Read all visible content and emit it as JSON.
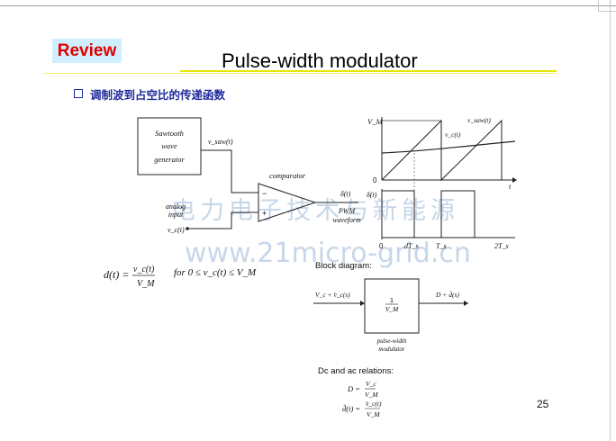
{
  "badge": "Review",
  "title": "Pulse-width modulator",
  "bullet": "调制波到占空比的传递函数",
  "watermark": {
    "cn": "电力电子技术与新能源",
    "en": "www.21micro-grid.cn"
  },
  "left_diagram": {
    "generator": [
      "Sawtooth",
      "wave",
      "generator"
    ],
    "saw_signal": "v_saw(t)",
    "comparator": "comparator",
    "minus": "−",
    "plus": "+",
    "analog": [
      "analog",
      "input"
    ],
    "vc": "v_c(t)",
    "delta": "δ(t)",
    "pwm": [
      "PWM",
      "waveform"
    ]
  },
  "waveform": {
    "vm": "V_M",
    "zero": "0",
    "vsaw": "v_saw(t)",
    "vc": "v_c(t)",
    "t": "t",
    "delta": "δ(t)",
    "ticks": [
      "0",
      "dT_s",
      "T_s",
      "2T_s"
    ]
  },
  "equation": {
    "lhs": "d(t) =",
    "num": "v_c(t)",
    "den": "V_M",
    "cond": "for 0 ≤ v_c(t) ≤ V_M"
  },
  "block_label": "Block diagram:",
  "block": {
    "input": "V_c + v̂_c(s)",
    "gain_num": "1",
    "gain_den": "V_M",
    "output": "D + d̂(s)",
    "caption": [
      "pulse-width",
      "modulator"
    ]
  },
  "dcac_label": "Dc and ac relations:",
  "relations": {
    "D": "D =",
    "D_num": "V_c",
    "D_den": "V_M",
    "d": "d̂(t) =",
    "d_num": "v̂_c(t)",
    "d_den": "V_M"
  },
  "page": "25"
}
